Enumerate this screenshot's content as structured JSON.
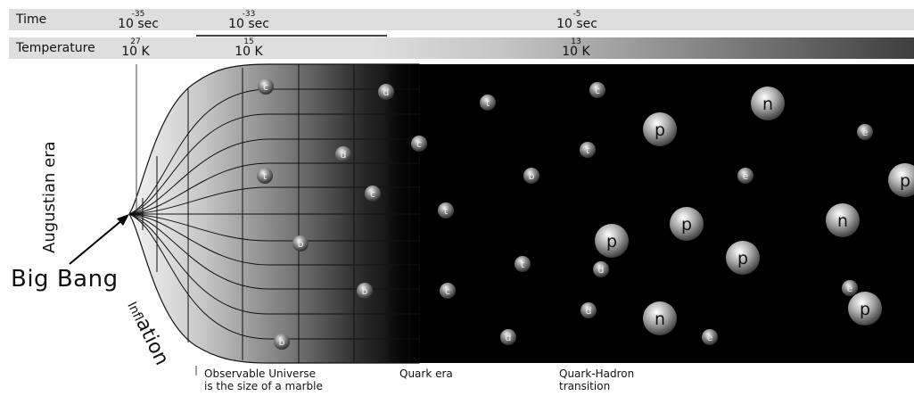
{
  "time_bar": {
    "label": "Time",
    "ticks": [
      {
        "exp": "-35",
        "base": "10 sec"
      },
      {
        "exp": "-33",
        "base": "10 sec"
      },
      {
        "exp": "-5",
        "base": "10 sec"
      }
    ]
  },
  "temperature_bar": {
    "label": "Temperature",
    "ticks": [
      {
        "exp": "27",
        "base": "10 K"
      },
      {
        "exp": "15",
        "base": "10 K"
      },
      {
        "exp": "13",
        "base": "10 K"
      }
    ]
  },
  "labels": {
    "augustian_era": "Augustian era",
    "big_bang": "Big Bang",
    "inflation_first": "I",
    "inflation_small": "nfl",
    "inflation_rest": "ation",
    "observable_line1": "Observable Universe",
    "observable_line2": "is the size of a marble",
    "quark_era": "Quark era",
    "quark_hadron_line1": "Quark-Hadron",
    "quark_hadron_line2": "transition"
  },
  "particles": [
    {
      "letter": "c",
      "size": "small"
    },
    {
      "letter": "d",
      "size": "small"
    },
    {
      "letter": "d",
      "size": "small"
    },
    {
      "letter": "t",
      "size": "small"
    },
    {
      "letter": "c",
      "size": "small"
    },
    {
      "letter": "b",
      "size": "small"
    },
    {
      "letter": "b",
      "size": "small"
    },
    {
      "letter": "b",
      "size": "small"
    },
    {
      "letter": "c",
      "size": "small"
    },
    {
      "letter": "t",
      "size": "small"
    },
    {
      "letter": "c",
      "size": "small"
    },
    {
      "letter": "t",
      "size": "small"
    },
    {
      "letter": "c",
      "size": "small"
    },
    {
      "letter": "t",
      "size": "small"
    },
    {
      "letter": "b",
      "size": "small"
    },
    {
      "letter": "t",
      "size": "small"
    },
    {
      "letter": "d",
      "size": "small"
    },
    {
      "letter": "d",
      "size": "small"
    },
    {
      "letter": "d",
      "size": "small"
    },
    {
      "letter": "e",
      "size": "small"
    },
    {
      "letter": "e",
      "size": "small"
    },
    {
      "letter": "e",
      "size": "small"
    },
    {
      "letter": "e",
      "size": "small"
    },
    {
      "letter": "p",
      "size": "large"
    },
    {
      "letter": "p",
      "size": "large"
    },
    {
      "letter": "p",
      "size": "large"
    },
    {
      "letter": "p",
      "size": "large"
    },
    {
      "letter": "p",
      "size": "large"
    },
    {
      "letter": "p",
      "size": "large"
    },
    {
      "letter": "n",
      "size": "large"
    },
    {
      "letter": "n",
      "size": "large"
    },
    {
      "letter": "n",
      "size": "large"
    }
  ],
  "colors": {
    "background_dark": "#000000",
    "bar_light": "#dedede",
    "grid_line": "#111111"
  }
}
